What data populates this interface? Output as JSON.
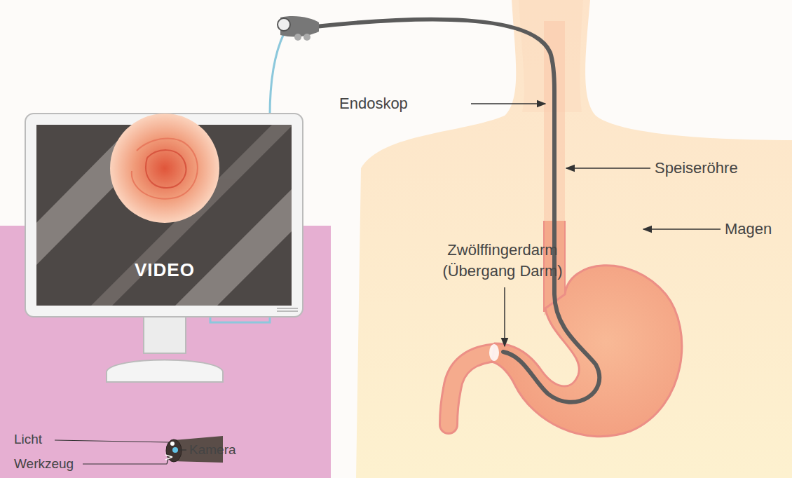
{
  "diagram": {
    "labels": [
      "Endoskop",
      "Speiseröhre",
      "Zwölffingerdarm (Übergang Darm)",
      "Magen",
      "VIDEO",
      "Licht",
      "Kamera",
      "Werkzeug"
    ]
  }
}
